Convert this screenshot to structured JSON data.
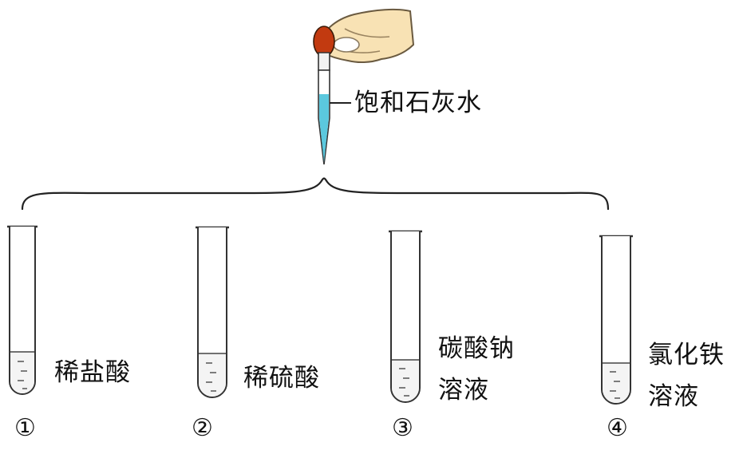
{
  "dropper": {
    "label": "饱和石灰水",
    "liquid_color": "#5bc8de",
    "bulb_color": "#c23a10",
    "hand_color": "#f8e2b4"
  },
  "tubes": [
    {
      "number": "①",
      "label_lines": [
        "稀盐酸"
      ]
    },
    {
      "number": "②",
      "label_lines": [
        "稀硫酸"
      ]
    },
    {
      "number": "③",
      "label_lines": [
        "碳酸钠",
        "溶液"
      ]
    },
    {
      "number": "④",
      "label_lines": [
        "氯化铁",
        "溶液"
      ]
    }
  ]
}
